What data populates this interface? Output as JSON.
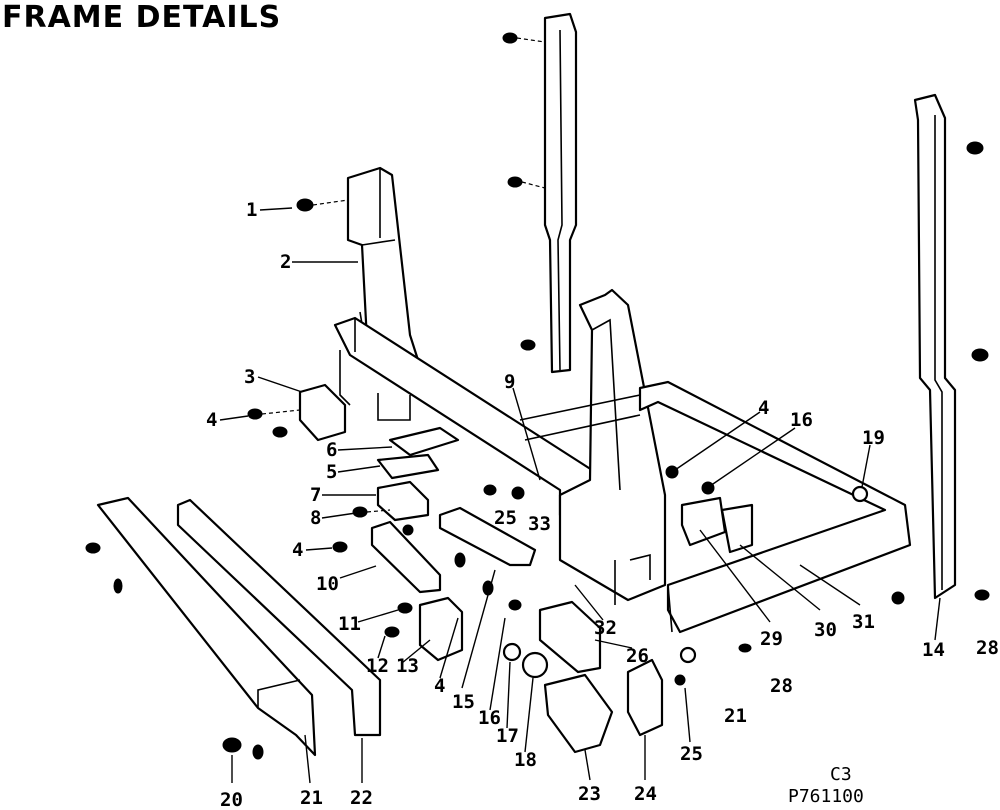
{
  "title": "FRAME DETAILS",
  "labels": {
    "p1": "1",
    "p2": "2",
    "p3": "3",
    "p4a": "4",
    "p4b": "4",
    "p4c": "4",
    "p4d": "4",
    "p5": "5",
    "p6": "6",
    "p7": "7",
    "p8": "8",
    "p9": "9",
    "p10": "10",
    "p11": "11",
    "p12": "12",
    "p13": "13",
    "p14": "14",
    "p15": "15",
    "p16a": "16",
    "p16b": "16",
    "p17": "17",
    "p18": "18",
    "p19": "19",
    "p20": "20",
    "p21a": "21",
    "p21b": "21",
    "p22": "22",
    "p23": "23",
    "p24": "24",
    "p25a": "25",
    "p25b": "25",
    "p26": "26",
    "p28a": "28",
    "p28b": "28",
    "p29": "29",
    "p30": "30",
    "p31": "31",
    "p32": "32",
    "p33": "33"
  },
  "footer": {
    "code_top": "C3",
    "code_bottom": "P761100"
  }
}
